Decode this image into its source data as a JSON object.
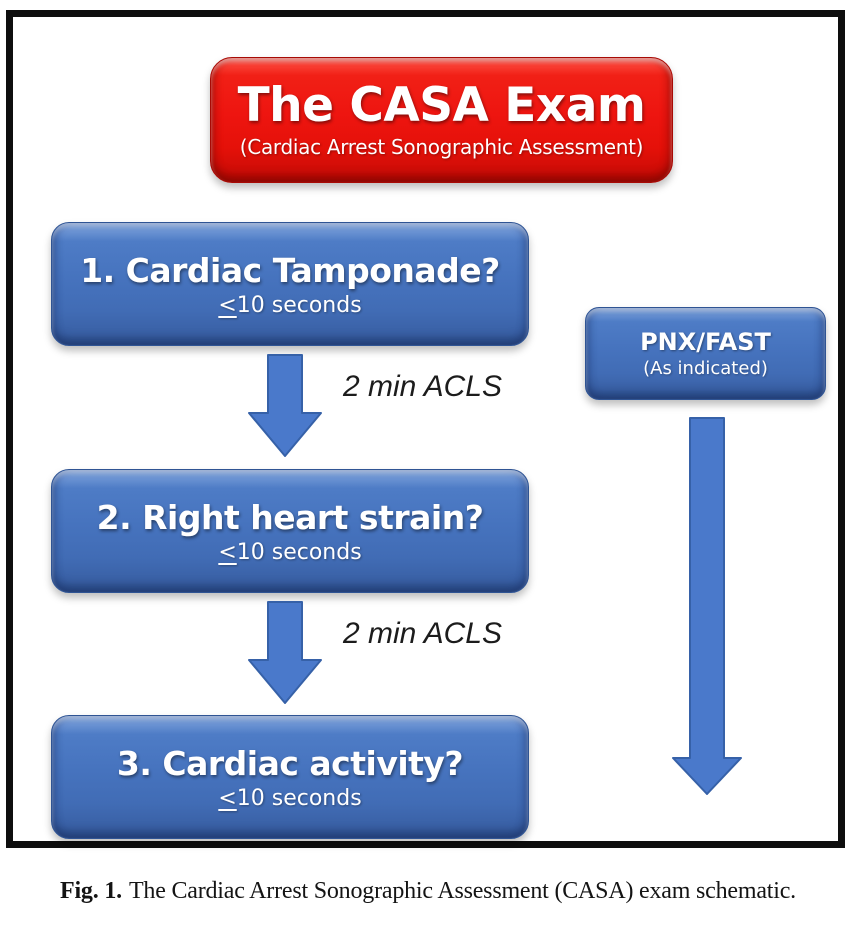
{
  "figure": {
    "title_box": {
      "title": "The CASA Exam",
      "subtitle": "(Cardiac Arrest Sonographic Assessment)"
    },
    "steps": [
      {
        "heading": "1. Cardiac Tamponade?",
        "time_prefix": "<",
        "time_text": "10 seconds"
      },
      {
        "heading": "2. Right heart strain?",
        "time_prefix": "<",
        "time_text": "10 seconds"
      },
      {
        "heading": "3. Cardiac activity?",
        "time_prefix": "<",
        "time_text": "10 seconds"
      }
    ],
    "intervals": [
      {
        "label": "2 min ACLS"
      },
      {
        "label": "2 min ACLS"
      }
    ],
    "side_box": {
      "title": "PNX/FAST",
      "subtitle": "(As indicated)"
    },
    "caption": {
      "label": "Fig. 1.",
      "text": "The Cardiac Arrest Sonographic Assessment (CASA) exam schematic."
    }
  },
  "colors": {
    "box_red": "#ee1510",
    "box_blue": "#4673be",
    "arrow_blue": "#4a79cb",
    "arrow_outline": "#3661a8",
    "text_white": "#ffffff",
    "label_dark": "#1c1c1c"
  }
}
